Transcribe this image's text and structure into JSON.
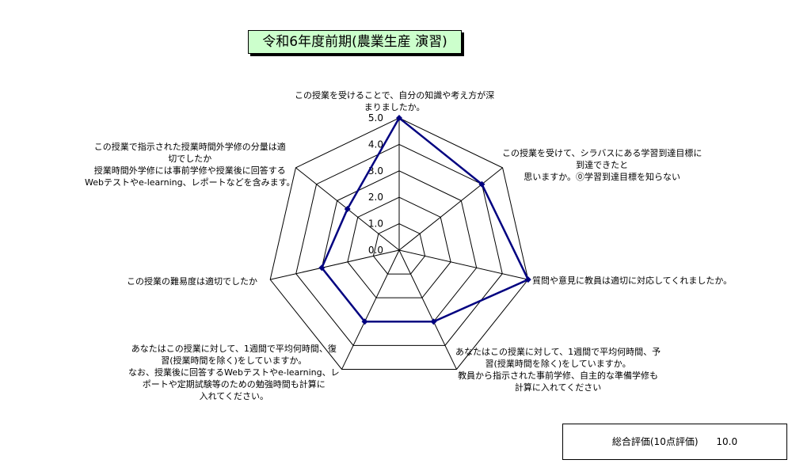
{
  "title": "令和6年度前期(農業生産 演習)",
  "chart_data": {
    "type": "radar",
    "rmin": 0,
    "rmax": 5,
    "ticks": [
      "0.0",
      "1.0",
      "2.0",
      "3.0",
      "4.0",
      "5.0"
    ],
    "categories": [
      "この授業を受けることで、自分の知識や考え方が深\nまりましたか。",
      "この授業を受けて、シラバスにある学習到達目標に\n到達できたと\n思いますか。⓪学習到達目標を知らない",
      "質問や意見に教員は適切に対応してくれましたか。",
      "あなたはこの授業に対して、1週間で平均何時間、予\n習(授業時間を除く)をしていますか。\n教員から指示された事前学修、自主的な準備学修も\n計算に入れてください",
      "あなたはこの授業に対して、1週間で平均何時間、復\n習(授業時間を除く)をしていますか。\nなお、授業後に回答するWebテストやe-learning、レ\nポートや定期試験等のための勉強時間も計算に\n入れてください。",
      "この授業の難易度は適切でしたか",
      "この授業で指示された授業時間外学修の分量は適\n切でしたか\n授業時間外学修には事前学修や授業後に回答する\nWebテストやe-learning、レポートなどを含みます。"
    ],
    "values": [
      5.0,
      4.0,
      5.0,
      3.0,
      3.0,
      3.0,
      2.5
    ],
    "line_color": "#000080",
    "grid_color": "#000000"
  },
  "score_box": {
    "label": "総合評価(10点評価)",
    "value": "10.0"
  }
}
